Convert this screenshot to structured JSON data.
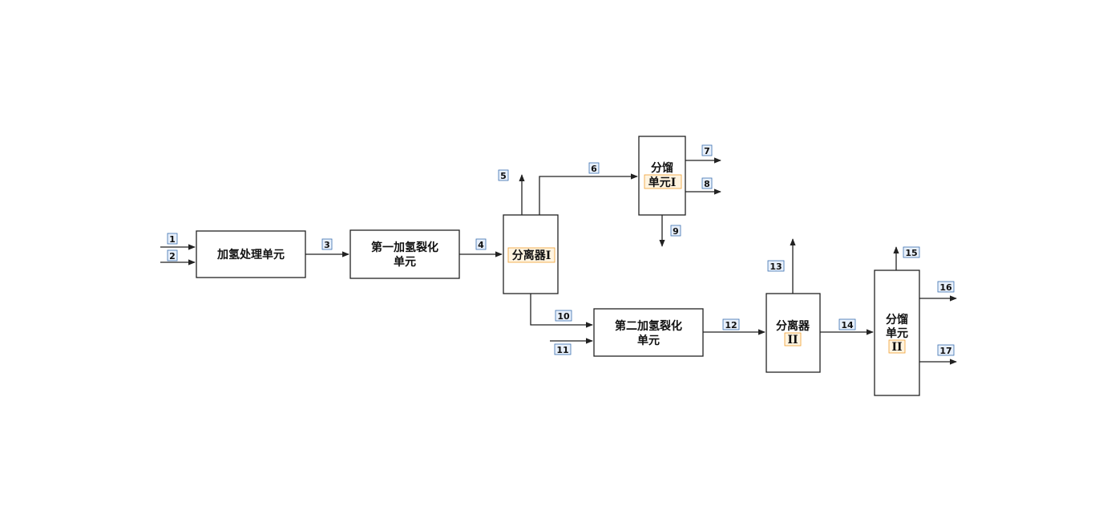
{
  "units": {
    "hydrotreating": "加氢处理单元",
    "first_hydrocracking": [
      "第一加氢裂化",
      "单元"
    ],
    "separator_1": "分离器I",
    "fractionation_1": [
      "分馏",
      "单元I"
    ],
    "second_hydrocracking": [
      "第二加氢裂化",
      "单元"
    ],
    "separator_2": [
      "分离器",
      "II"
    ],
    "fractionation_2": [
      "分馏",
      "单元",
      "II"
    ]
  },
  "streams": [
    "1",
    "2",
    "3",
    "4",
    "5",
    "6",
    "7",
    "8",
    "9",
    "10",
    "11",
    "12",
    "13",
    "14",
    "15",
    "16",
    "17"
  ],
  "colors": {
    "line": "#222222",
    "number_tag_border": "#3a6fb0",
    "number_tag_fill": "#e8f0fb",
    "highlight_border": "#f0a030",
    "highlight_fill": "#fff4e0"
  }
}
